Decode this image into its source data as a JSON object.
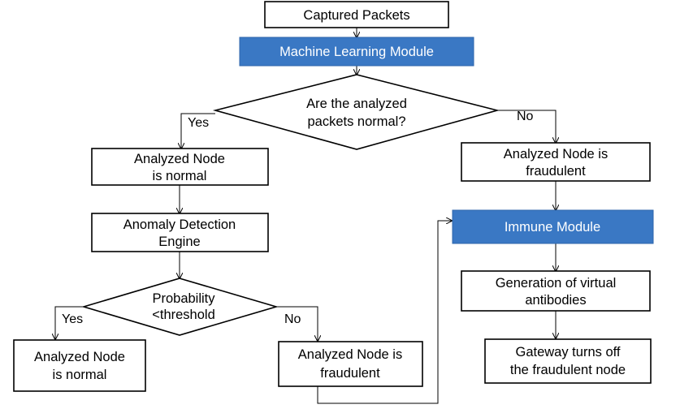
{
  "colors": {
    "box_fill": "#ffffff",
    "stroke": "#000000",
    "blue_fill": "#3a78c4",
    "blue_text": "#ffffff",
    "connector": "#000000"
  },
  "nodes": {
    "captured": {
      "lines": [
        "Captured Packets"
      ]
    },
    "ml": {
      "lines": [
        "Machine Learning Module"
      ]
    },
    "decision1": {
      "lines": [
        "Are the analyzed",
        "packets normal?"
      ]
    },
    "left_normal": {
      "lines": [
        "Analyzed Node",
        "is normal"
      ]
    },
    "right_fraud": {
      "lines": [
        "Analyzed Node is",
        "fraudulent"
      ]
    },
    "anomaly": {
      "lines": [
        "Anomaly Detection",
        "Engine"
      ]
    },
    "immune": {
      "lines": [
        "Immune Module"
      ]
    },
    "decision2": {
      "lines": [
        "Probability",
        "<threshold"
      ]
    },
    "antibodies": {
      "lines": [
        "Generation of virtual",
        "antibodies"
      ]
    },
    "bottom_normal": {
      "lines": [
        "Analyzed Node",
        "is normal"
      ]
    },
    "bottom_fraud": {
      "lines": [
        "Analyzed Node is",
        "fraudulent"
      ]
    },
    "gateway": {
      "lines": [
        "Gateway turns off",
        "the fraudulent node"
      ]
    }
  },
  "labels": {
    "d1_yes": "Yes",
    "d1_no": "No",
    "d2_yes": "Yes",
    "d2_no": "No"
  }
}
